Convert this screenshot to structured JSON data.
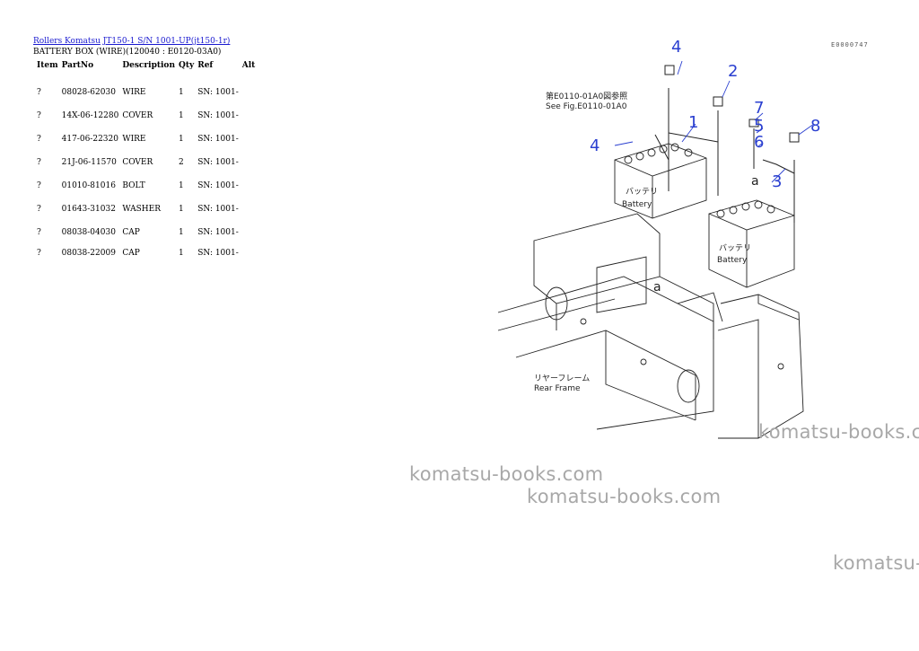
{
  "breadcrumb": {
    "part1": "Rollers Komatsu",
    "part2": "JT150-1 S/N 1001-UP(jt150-1r)"
  },
  "subtitle": "BATTERY BOX (WIRE)(120040 : E0120-03A0)",
  "table": {
    "headers": [
      "Item",
      "PartNo",
      "Description",
      "Qty",
      "Ref",
      "Alt"
    ],
    "rows": [
      {
        "item": "?",
        "partno": "08028-62030",
        "description": "WIRE",
        "qty": "1",
        "ref": "SN: 1001-",
        "alt": ""
      },
      {
        "item": "?",
        "partno": "14X-06-12280",
        "description": "COVER",
        "qty": "1",
        "ref": "SN: 1001-",
        "alt": ""
      },
      {
        "item": "?",
        "partno": "417-06-22320",
        "description": "WIRE",
        "qty": "1",
        "ref": "SN: 1001-",
        "alt": ""
      },
      {
        "item": "?",
        "partno": "21J-06-11570",
        "description": "COVER",
        "qty": "2",
        "ref": "SN: 1001-",
        "alt": ""
      },
      {
        "item": "?",
        "partno": "01010-81016",
        "description": "BOLT",
        "qty": "1",
        "ref": "SN: 1001-",
        "alt": ""
      },
      {
        "item": "?",
        "partno": "01643-31032",
        "description": "WASHER",
        "qty": "1",
        "ref": "SN: 1001-",
        "alt": ""
      },
      {
        "item": "?",
        "partno": "08038-04030",
        "description": "CAP",
        "qty": "1",
        "ref": "SN: 1001-",
        "alt": ""
      },
      {
        "item": "?",
        "partno": "08038-22009",
        "description": "CAP",
        "qty": "1",
        "ref": "SN: 1001-",
        "alt": ""
      }
    ]
  },
  "diagram": {
    "code": "E0000747",
    "callouts": [
      "4",
      "2",
      "1",
      "7",
      "5",
      "6",
      "8",
      "4",
      "3"
    ],
    "see_fig_jp": "第E0110-01A0図参照",
    "see_fig_en": "See Fig.E0110-01A0",
    "battery_jp": "バッテリ",
    "battery_en": "Battery",
    "rear_frame_jp": "リヤーフレーム",
    "rear_frame_en": "Rear Frame",
    "detail_a": "a",
    "callout_color": "#2a3fd0"
  },
  "watermarks": [
    "komatsu-books.com",
    "komatsu-books.com",
    "komatsu-books.com",
    "komatsu-books.com"
  ]
}
